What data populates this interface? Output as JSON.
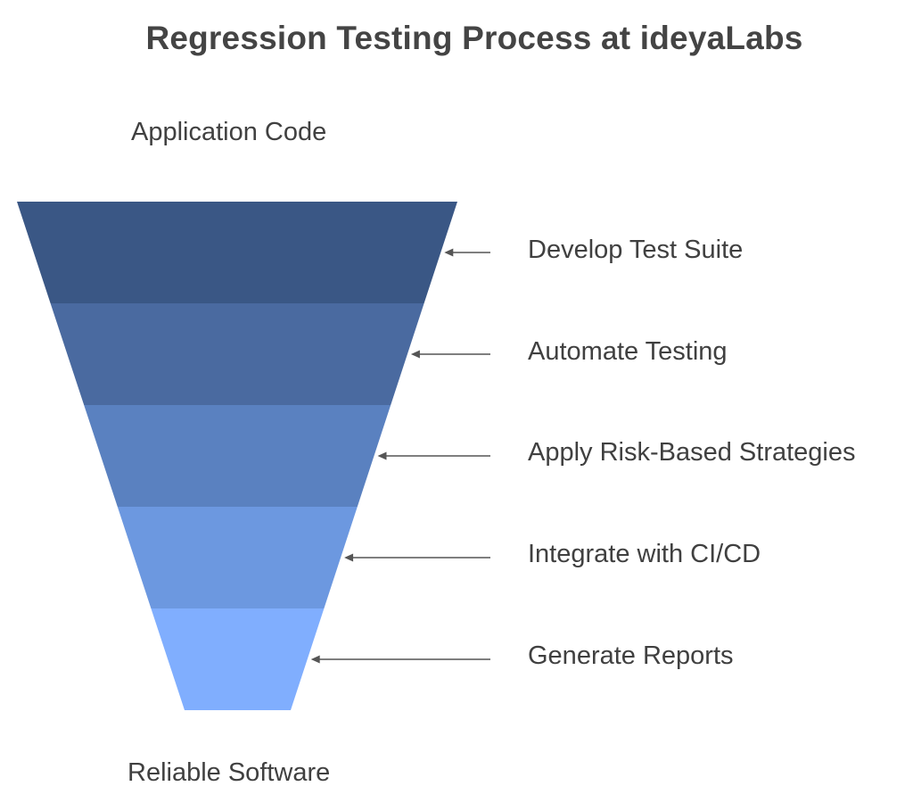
{
  "title": "Regression Testing Process at ideyaLabs",
  "input_label": "Application Code",
  "output_label": "Reliable Software",
  "stages": [
    {
      "label": "Develop Test Suite",
      "color": "#3a5785"
    },
    {
      "label": "Automate Testing",
      "color": "#4a6aa0"
    },
    {
      "label": "Apply Risk-Based Strategies",
      "color": "#5a81c0"
    },
    {
      "label": "Integrate with CI/CD",
      "color": "#6c98e0"
    },
    {
      "label": "Generate Reports",
      "color": "#80aefe"
    }
  ],
  "arrow_color": "#555555"
}
